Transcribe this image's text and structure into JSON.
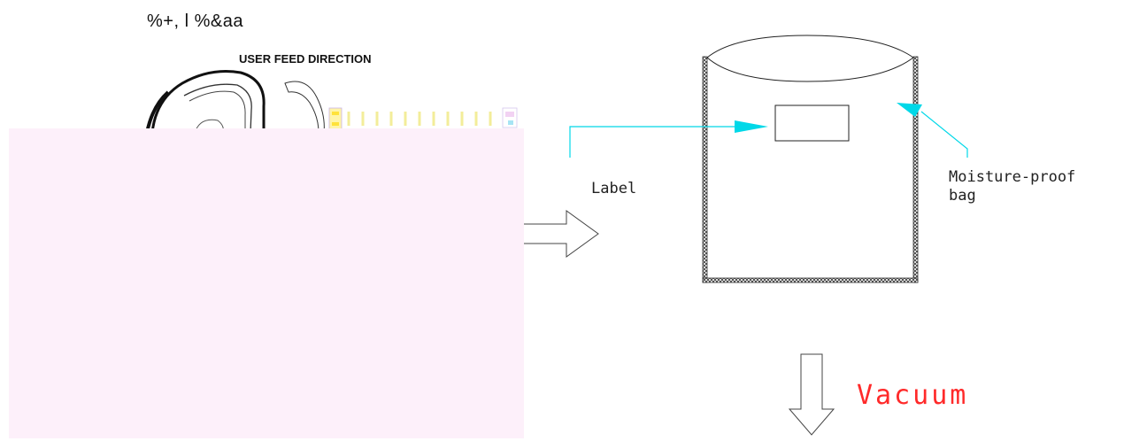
{
  "header_text": "%+, l %&aa",
  "feed_label": "USER FEED DIRECTION",
  "label_caption": "Label",
  "bag_caption": [
    "Moisture-proof",
    "bag"
  ],
  "vacuum_caption": "Vacuum",
  "colors": {
    "leader_line": "#00d8e8",
    "vacuum_text": "#ff2a2a",
    "panel_fill": "#fdf0fa",
    "line": "#222222"
  }
}
